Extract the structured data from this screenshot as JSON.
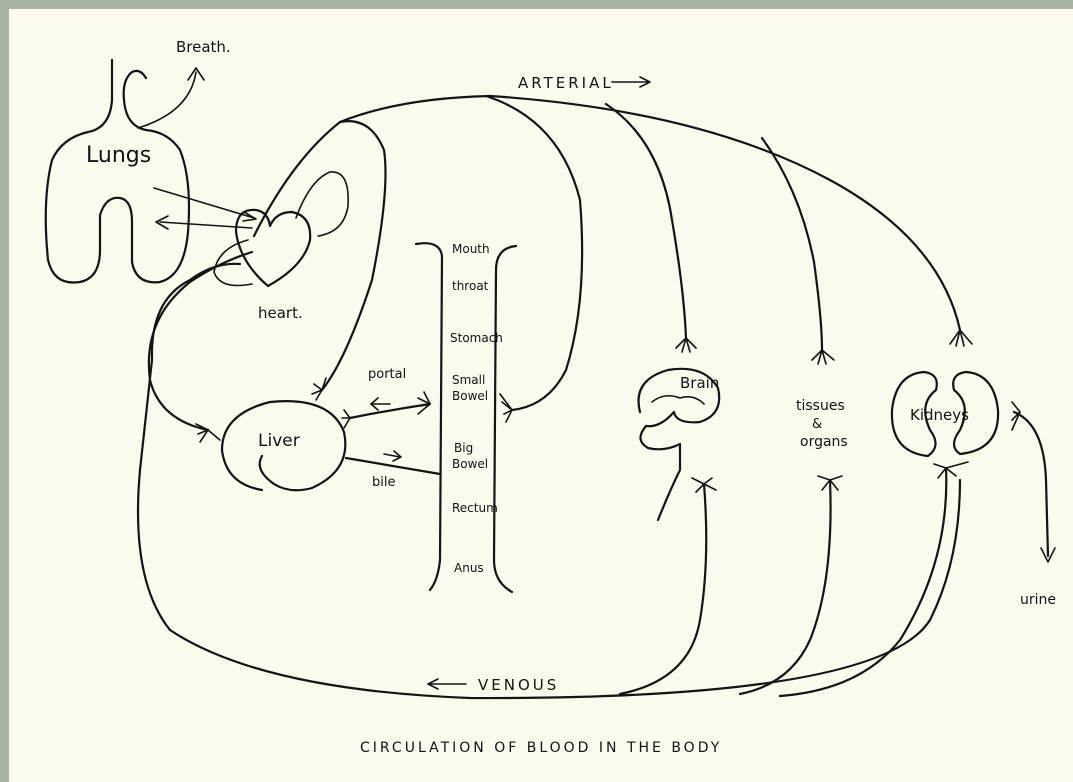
{
  "labels": {
    "breath": "Breath.",
    "arterial": "ARTERIAL",
    "lungs": "Lungs",
    "heart": "heart.",
    "liver": "Liver",
    "portal": "portal",
    "bile": "bile",
    "brain": "Brain",
    "tissues": "tissues",
    "and": "&",
    "organs": "organs",
    "kidneys": "Kidneys",
    "urine": "urine",
    "venous": "VENOUS",
    "caption": "CIRCULATION OF BLOOD IN THE BODY"
  },
  "gut": {
    "mouth": "Mouth",
    "throat": "throat",
    "stomach": "Stomach",
    "small_bowel_1": "Small",
    "small_bowel_2": "Bowel",
    "big_bowel_1": "Big",
    "big_bowel_2": "Bowel",
    "rectum": "Rectum",
    "anus": "Anus"
  },
  "colors": {
    "frame": "#a9b3a2",
    "paper": "#fbfaec",
    "ink": "#141414"
  }
}
